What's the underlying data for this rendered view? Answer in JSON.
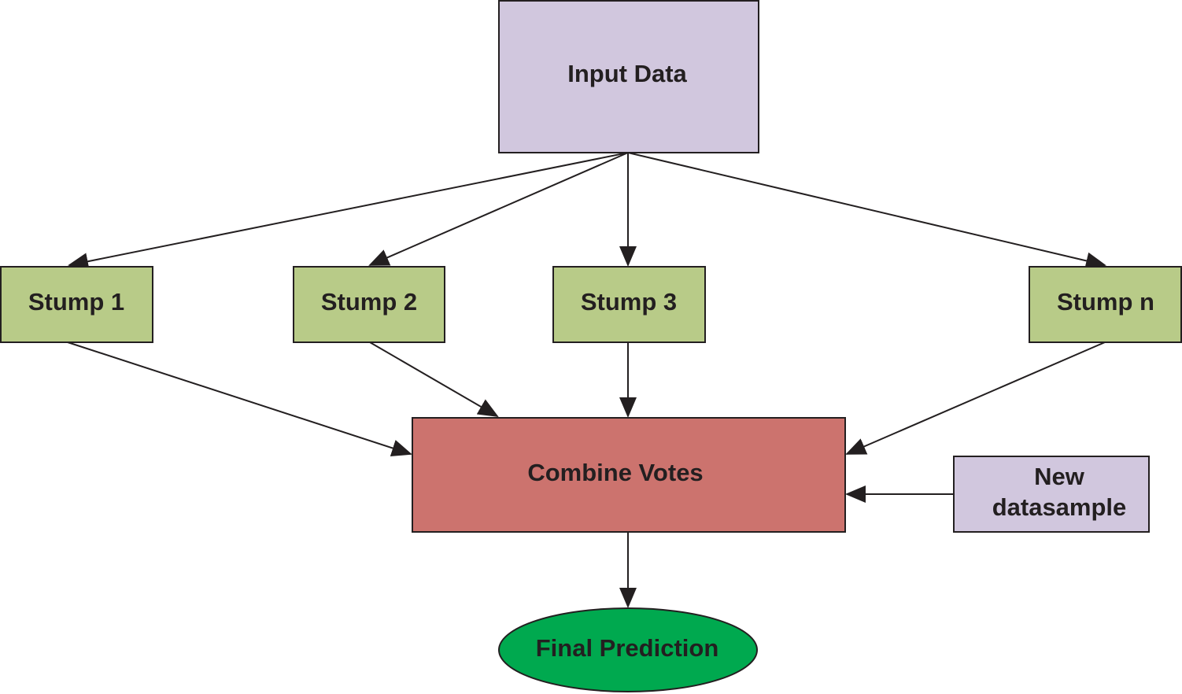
{
  "colors": {
    "input": "#d1c7de",
    "stump": "#b8cb88",
    "combine": "#cc736e",
    "new_sample": "#d1c7de",
    "final": "#00a94f",
    "stroke": "#231f20"
  },
  "nodes": {
    "input": {
      "label": "Input Data"
    },
    "stump1": {
      "label": "Stump 1"
    },
    "stump2": {
      "label": "Stump 2"
    },
    "stump3": {
      "label": "Stump 3"
    },
    "stumpn": {
      "label": "Stump n"
    },
    "combine": {
      "label": "Combine Votes"
    },
    "new_sample": {
      "label_line1": "New",
      "label_line2": "datasample"
    },
    "final": {
      "label": "Final Prediction"
    }
  },
  "edges": [
    {
      "from": "input",
      "to": "stump1"
    },
    {
      "from": "input",
      "to": "stump2"
    },
    {
      "from": "input",
      "to": "stump3"
    },
    {
      "from": "input",
      "to": "stumpn"
    },
    {
      "from": "stump1",
      "to": "combine"
    },
    {
      "from": "stump2",
      "to": "combine"
    },
    {
      "from": "stump3",
      "to": "combine"
    },
    {
      "from": "stumpn",
      "to": "combine"
    },
    {
      "from": "new_sample",
      "to": "combine"
    },
    {
      "from": "combine",
      "to": "final"
    }
  ]
}
